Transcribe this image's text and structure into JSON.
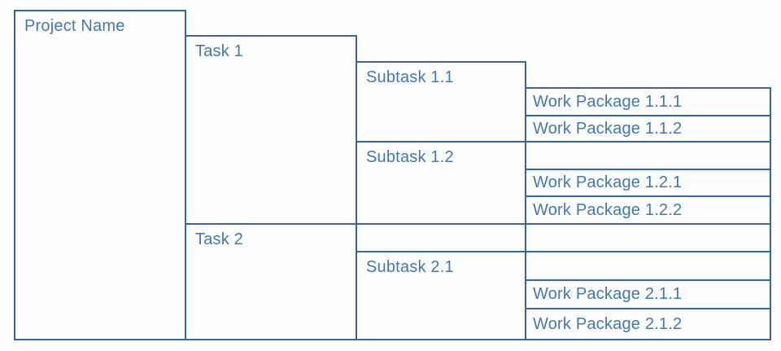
{
  "diagram_type": "work-breakdown-structure",
  "colors": {
    "line": "#35679d",
    "text": "#4377ad",
    "background": "#fdfdfe"
  },
  "wbs": {
    "project": {
      "label": "Project Name"
    },
    "tasks": [
      {
        "label": "Task 1"
      },
      {
        "label": "Task 2"
      }
    ],
    "subtasks": [
      {
        "label": "Subtask 1.1"
      },
      {
        "label": "Subtask 1.2"
      },
      {
        "label": "Subtask 2.1"
      }
    ],
    "work_packages": [
      {
        "label": "Work Package 1.1.1"
      },
      {
        "label": "Work Package 1.1.2"
      },
      {
        "label": "Work Package 1.2.1"
      },
      {
        "label": "Work Package 1.2.2"
      },
      {
        "label": "Work Package 2.1.1"
      },
      {
        "label": "Work Package 2.1.2"
      }
    ]
  }
}
